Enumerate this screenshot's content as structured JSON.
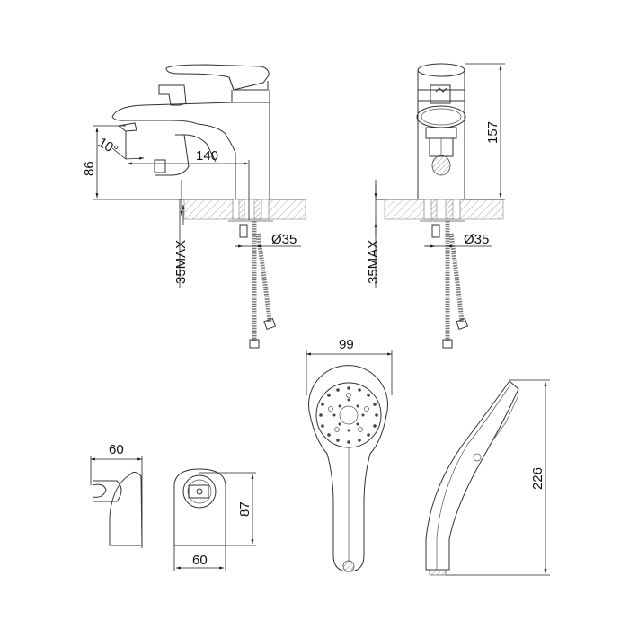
{
  "drawing": {
    "type": "technical-dimension-drawing",
    "subject": "bath/basin mixer with hand shower and wall holder"
  },
  "mixer_side_view": {
    "height_86": "86",
    "angle": "10°",
    "reach_140": "140",
    "mount_max": "35MAX",
    "hole_diameter": "Ø35"
  },
  "mixer_front_view": {
    "height_157": "157",
    "mount_max": "35MAX",
    "hole_diameter": "Ø35"
  },
  "shower_head_front": {
    "width_99": "99"
  },
  "shower_head_side": {
    "length_226": "226"
  },
  "wall_holder_side": {
    "width_60": "60"
  },
  "wall_holder_front": {
    "height_87": "87",
    "width_60": "60"
  }
}
